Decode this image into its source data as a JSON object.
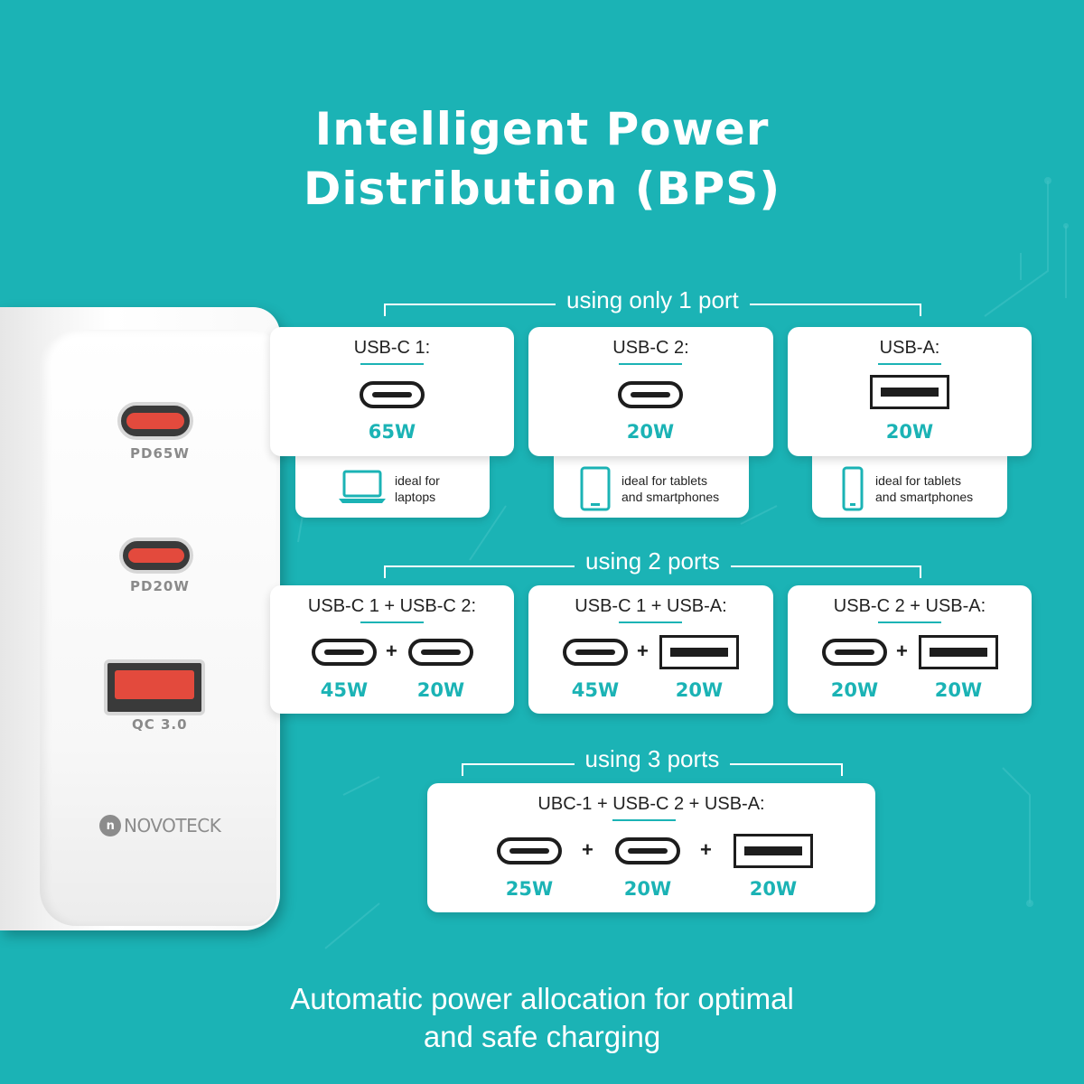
{
  "title": {
    "line1": "Intelligent Power",
    "line2": "Distribution (BPS)"
  },
  "footer": {
    "line1": "Automatic power allocation for optimal",
    "line2": "and safe charging"
  },
  "charger": {
    "port1_label": "PD65W",
    "port2_label": "PD20W",
    "port3_label": "QC 3.0",
    "brand": "NOVOTECK",
    "brand_logo": "n"
  },
  "colors": {
    "background": "#1bb3b5",
    "accent": "#1bb3b5",
    "port_orange": "#e34a3d"
  },
  "one_port": {
    "label": "using only 1 port",
    "cards": [
      {
        "title": "USB-C 1:",
        "watt": "65W",
        "tab_line1": "ideal for",
        "tab_line2": "laptops",
        "tab_icon": "laptop-icon"
      },
      {
        "title": "USB-C 2:",
        "watt": "20W",
        "tab_line1": "ideal for tablets",
        "tab_line2": "and smartphones",
        "tab_icon": "tablet-icon"
      },
      {
        "title": "USB-A:",
        "watt": "20W",
        "tab_line1": "ideal for tablets",
        "tab_line2": "and smartphones",
        "tab_icon": "smartphone-icon"
      }
    ]
  },
  "two_ports": {
    "label": "using 2 ports",
    "cards": [
      {
        "title": "USB-C 1 + USB-C 2:",
        "watt1": "45W",
        "watt2": "20W",
        "plus": "+"
      },
      {
        "title": "USB-C 1 + USB-A:",
        "watt1": "45W",
        "watt2": "20W",
        "plus": "+"
      },
      {
        "title": "USB-C 2 + USB-A:",
        "watt1": "20W",
        "watt2": "20W",
        "plus": "+"
      }
    ]
  },
  "three_ports": {
    "label": "using 3 ports",
    "title": "UBC-1 + USB-C 2 + USB-A:",
    "watt1": "25W",
    "watt2": "20W",
    "watt3": "20W",
    "plus": "+"
  }
}
